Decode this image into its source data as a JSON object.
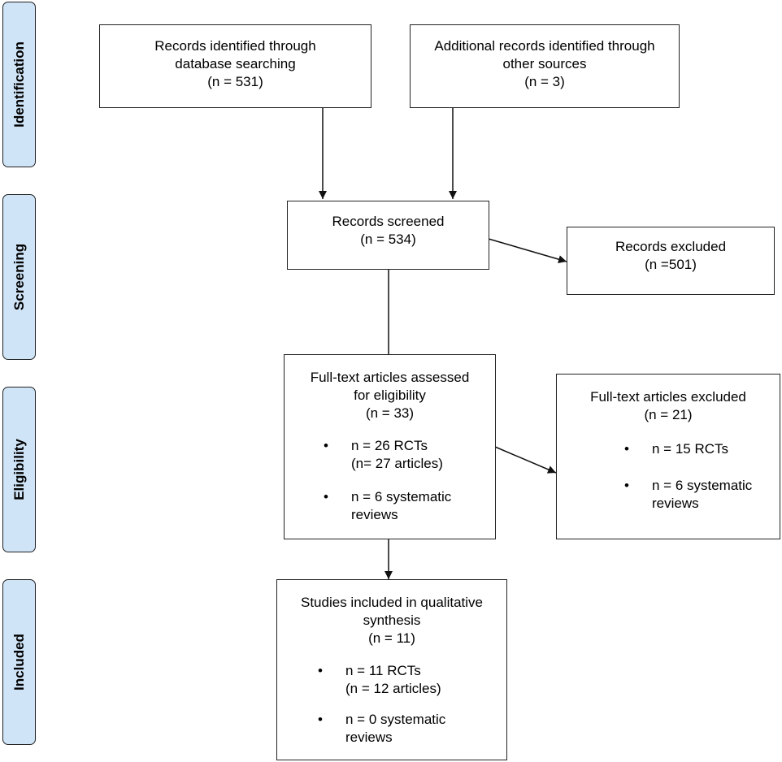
{
  "phases": {
    "identification": "Identification",
    "screening": "Screening",
    "eligibility": "Eligibility",
    "included": "Included"
  },
  "boxes": {
    "database": {
      "line1": "Records identified through",
      "line2": "database searching",
      "count": "(n = 531)"
    },
    "other": {
      "line1": "Additional records identified through",
      "line2": "other sources",
      "count": "(n = 3)"
    },
    "screened": {
      "line1": "Records screened",
      "count": "(n = 534)"
    },
    "excluded": {
      "line1": "Records excluded",
      "count": "(n =501)"
    },
    "fulltext": {
      "line1": "Full-text articles assessed",
      "line2": "for eligibility",
      "count": "(n = 33)",
      "b1_line1": "n = 26 RCTs",
      "b1_line2": "(n= 27 articles)",
      "b2_line1": "n = 6 systematic",
      "b2_line2": "reviews"
    },
    "fulltext_excluded": {
      "line1": "Full-text articles excluded",
      "count": "(n = 21)",
      "b1_line1": "n = 15 RCTs",
      "b2_line1": "n = 6 systematic",
      "b2_line2": "reviews"
    },
    "included": {
      "line1": "Studies included in qualitative",
      "line2": "synthesis",
      "count": "(n = 11)",
      "b1_line1": "n = 11 RCTs",
      "b1_line2": "(n = 12 articles)",
      "b2_line1": "n = 0 systematic",
      "b2_line2": "reviews"
    }
  }
}
